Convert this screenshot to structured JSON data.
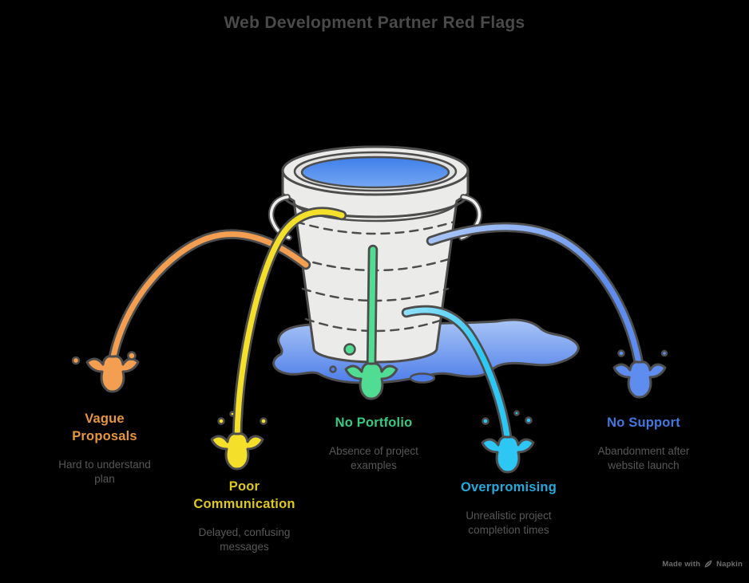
{
  "title": "Web Development Partner Red Flags",
  "watermark": {
    "prefix": "Made with",
    "brand": "Napkin"
  },
  "scene": {
    "background": "#000000",
    "outline": "#4D4D4D",
    "bucket_fill": "#EBEBE9",
    "bucket_lip_fill": "#E2E2E0",
    "water_top": "#3F7FE9",
    "water_bottom": "#74A7F3",
    "puddle_top": "#A9C5F6",
    "puddle_bottom": "#4E7EE9",
    "title_text": "#4A4A4A",
    "description_text": "#585858",
    "watermark_text": "#6E6E6E"
  },
  "flags": [
    {
      "label": "Vague\nProposals",
      "description": "Hard to understand\nplan",
      "label_color": "#E8963E",
      "color": "#F49E52"
    },
    {
      "label": "Poor\nCommunication",
      "description": "Delayed, confusing\nmessages",
      "label_color": "#DFC81E",
      "color": "#F4DF2B"
    },
    {
      "label": "No Portfolio",
      "description": "Absence of project\nexamples",
      "label_color": "#38C981",
      "color": "#50DC92"
    },
    {
      "label": "Overpromising",
      "description": "Unrealistic project\ncompletion times",
      "label_color": "#26A9DB",
      "color": "#2EC6F3",
      "color_light": "#8FE0F8"
    },
    {
      "label": "No Support",
      "description": "Abandonment after\nwebsite launch",
      "label_color": "#4478E1",
      "color": "#5E8DEF",
      "color_light": "#ACC8F6"
    }
  ]
}
